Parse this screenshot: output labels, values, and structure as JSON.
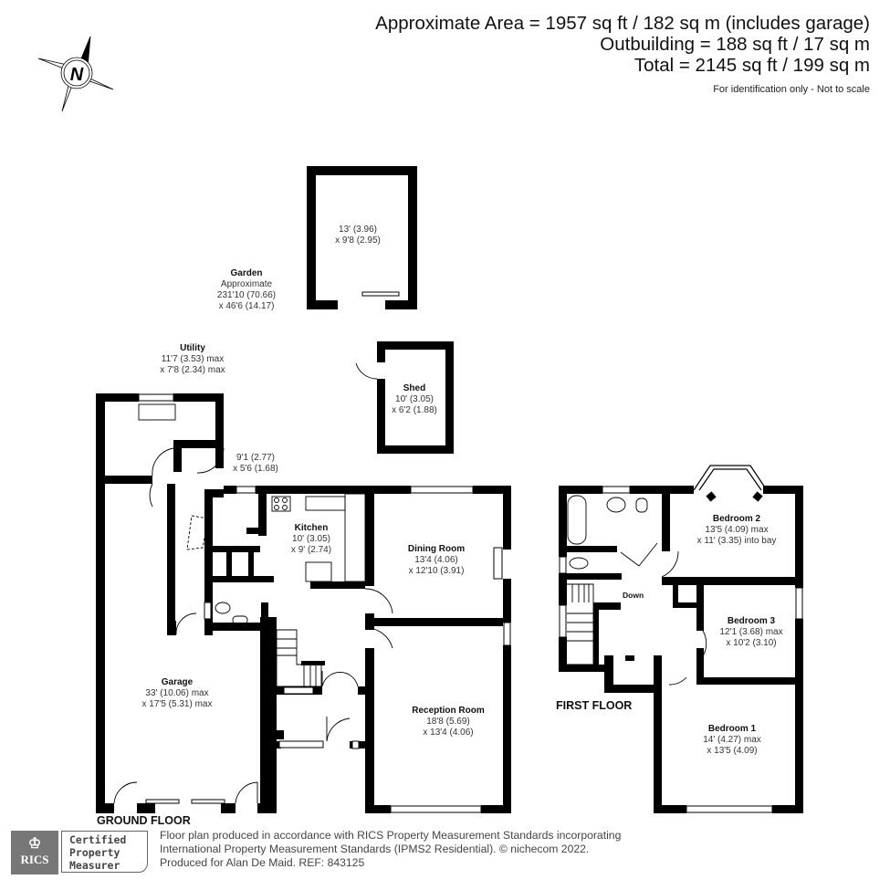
{
  "header": {
    "area_lines": [
      "Approximate Area = 1957 sq ft / 182 sq m (includes garage)",
      "Outbuilding = 188 sq ft / 17 sq m",
      "Total = 2145 sq ft / 199 sq m"
    ],
    "note": "For identification only - Not to scale"
  },
  "compass": {
    "icon": "compass-north-icon",
    "letter": "N"
  },
  "rooms": {
    "outbuilding": {
      "name": "",
      "dim1": "13' (3.96)",
      "dim2": "x 9'8 (2.95)"
    },
    "garden": {
      "name": "Garden",
      "dim0": "Approximate",
      "dim1": "231'10 (70.66)",
      "dim2": "x 46'6 (14.17)"
    },
    "utility": {
      "name": "Utility",
      "dim1": "11'7 (3.53) max",
      "dim2": "x 7'8 (2.34) max"
    },
    "shed": {
      "name": "Shed",
      "dim1": "10' (3.05)",
      "dim2": "x 6'2 (1.88)"
    },
    "hall_store": {
      "name": "",
      "dim1": "9'1 (2.77)",
      "dim2": "x 5'6 (1.68)"
    },
    "kitchen": {
      "name": "Kitchen",
      "dim1": "10' (3.05)",
      "dim2": "x 9' (2.74)"
    },
    "dining": {
      "name": "Dining Room",
      "dim1": "13'4 (4.06)",
      "dim2": "x 12'10 (3.91)"
    },
    "garage": {
      "name": "Garage",
      "dim1": "33' (10.06) max",
      "dim2": "x 17'5 (5.31) max"
    },
    "reception": {
      "name": "Reception Room",
      "dim1": "18'8 (5.69)",
      "dim2": "x 13'4 (4.06)"
    },
    "bedroom2": {
      "name": "Bedroom 2",
      "dim1": "13'5 (4.09) max",
      "dim2": "x 11' (3.35) into bay"
    },
    "bedroom3": {
      "name": "Bedroom 3",
      "dim1": "12'1 (3.68) max",
      "dim2": "x 10'2 (3.10)"
    },
    "bedroom1": {
      "name": "Bedroom 1",
      "dim1": "14' (4.27) max",
      "dim2": "x 13'5 (4.09)"
    }
  },
  "floors": {
    "ground": "GROUND FLOOR",
    "first": "FIRST FLOOR",
    "stairs_down": "Down"
  },
  "footer": {
    "rics_badge": "RICS",
    "cert_lines": [
      "Certified",
      "Property",
      "Measurer"
    ],
    "text_lines": [
      "Floor plan produced in accordance with RICS Property Measurement Standards incorporating",
      "International Property Measurement Standards (IPMS2 Residential).   © nichecom 2022.",
      "Produced for Alan De Maid.   REF: 843125"
    ]
  }
}
